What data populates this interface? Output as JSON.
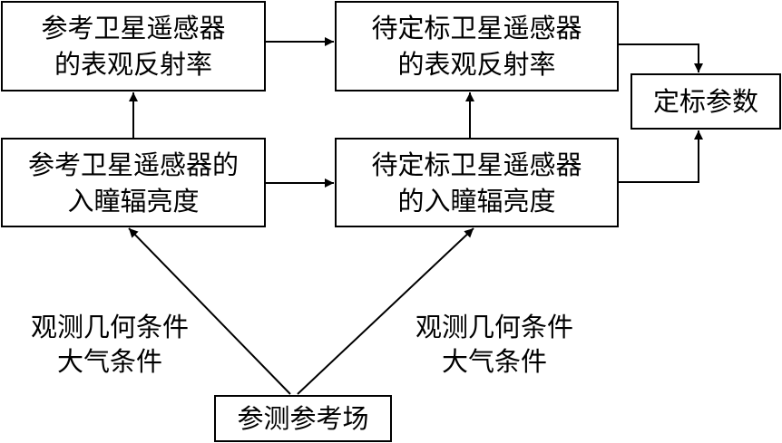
{
  "boxes": {
    "ref_reflectance": [
      "参考卫星遥感器",
      "的表观反射率"
    ],
    "cal_reflectance": [
      "待定标卫星遥感器",
      "的表观反射率"
    ],
    "calib_params": [
      "定标参数"
    ],
    "ref_radiance": [
      "参考卫星遥感器的",
      "入瞳辐亮度"
    ],
    "cal_radiance": [
      "待定标卫星遥感器",
      "的入瞳辐亮度"
    ],
    "reference_site": [
      "参测参考场"
    ]
  },
  "labels": {
    "left_conditions": [
      "观测几何条件",
      "大气条件"
    ],
    "right_conditions": [
      "观测几何条件",
      "大气条件"
    ]
  }
}
